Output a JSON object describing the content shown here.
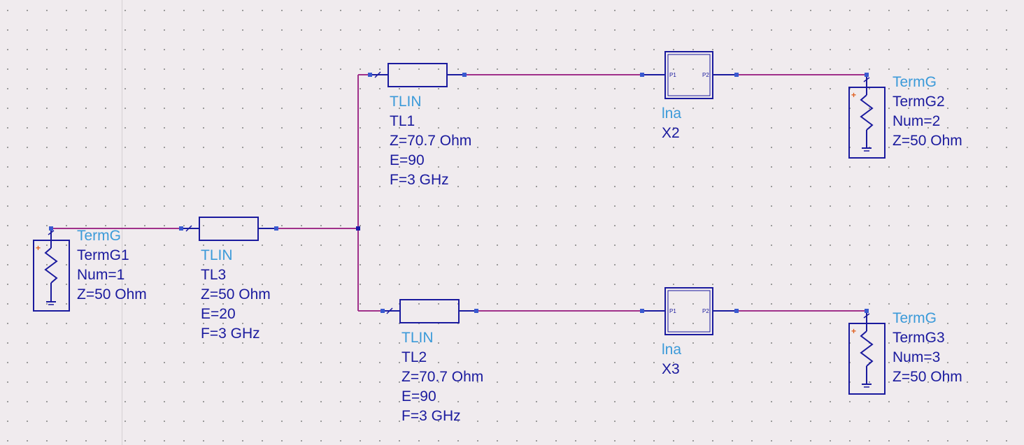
{
  "components": {
    "termg1": {
      "type": "TermG",
      "name": "TermG1",
      "num": "Num=1",
      "z": "Z=50 Ohm"
    },
    "termg2": {
      "type": "TermG",
      "name": "TermG2",
      "num": "Num=2",
      "z": "Z=50 Ohm"
    },
    "termg3": {
      "type": "TermG",
      "name": "TermG3",
      "num": "Num=3",
      "z": "Z=50 Ohm"
    },
    "tl3": {
      "type": "TLIN",
      "name": "TL3",
      "z": "Z=50 Ohm",
      "e": "E=20",
      "f": "F=3 GHz"
    },
    "tl1": {
      "type": "TLIN",
      "name": "TL1",
      "z": "Z=70.7 Ohm",
      "e": "E=90",
      "f": "F=3 GHz"
    },
    "tl2": {
      "type": "TLIN",
      "name": "TL2",
      "z": "Z=70.7 Ohm",
      "e": "E=90",
      "f": "F=3 GHz"
    },
    "x2": {
      "type": "lna",
      "name": "X2",
      "p1": "P1",
      "p2": "P2"
    },
    "x3": {
      "type": "lna",
      "name": "X3",
      "p1": "P1",
      "p2": "P2"
    }
  },
  "colors": {
    "wire": "#a0308a",
    "component": "#1a1a9e",
    "label_type": "#3b9ad9",
    "label_params": "#1a1a9e",
    "plus_marker": "#e06020",
    "grid_dot": "#8a8a8a",
    "background": "#f0ebee"
  }
}
